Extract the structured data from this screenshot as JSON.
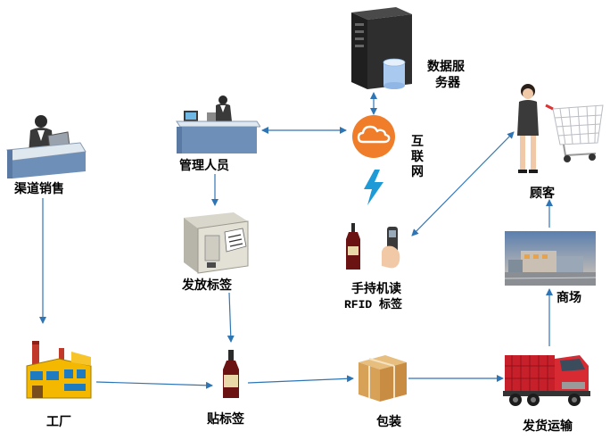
{
  "nodes": {
    "channel_sales": "渠道销售",
    "manager": "管理人员",
    "issue_tag": "发放标签",
    "factory": "工厂",
    "attach_tag": "贴标签",
    "packaging": "包装",
    "shipping": "发货运输",
    "mall": "商场",
    "customer": "顾客",
    "reader_line1": "手持机读",
    "reader_line2": "RFID 标签",
    "server_line1": "数据服",
    "server_line2": "务器",
    "internet_line1": "互",
    "internet_line2": "联",
    "internet_line3": "网"
  },
  "colors": {
    "arrow": "#2e75b6",
    "cloud": "#f07d2a",
    "lightning": "#1e9bd7",
    "factory": "#f5b800",
    "truck": "#c8202a",
    "desk": "#6d8fb8"
  }
}
